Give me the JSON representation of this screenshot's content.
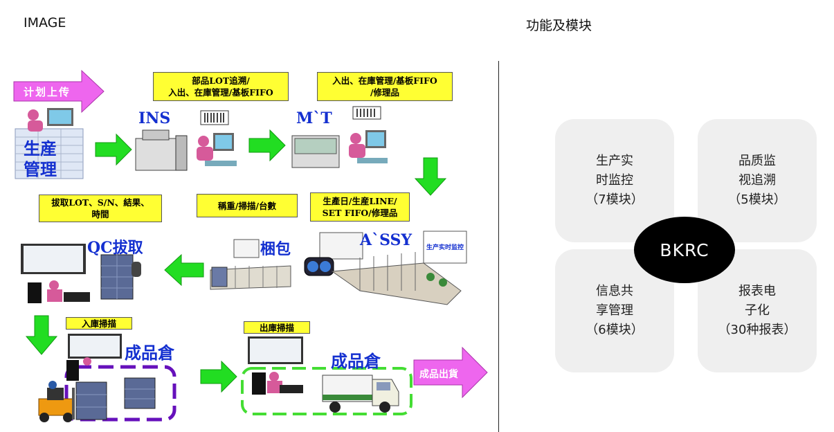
{
  "headings": {
    "left": "IMAGE",
    "right": "功能及模块"
  },
  "flow": {
    "plan_upload": "计划上传",
    "prod_mgmt": "生産\n管理",
    "ins_label": "INS",
    "mt_label": "M`T",
    "assy_label": "A`SSY",
    "bundle_label": "梱包",
    "qc_label": "QC拔取",
    "fg_store_1": "成品倉",
    "fg_store_2": "成品倉",
    "fg_out": "成品出貨",
    "screen_caption": "生产实时监控",
    "notes": {
      "n1": "部品LOT追溯/\n入出、在庫管理/基板FIFO",
      "n2": "入出、在庫管理/基板FIFO\n/修理品",
      "n3": "拔取LOT、S/N、結果、\n時間",
      "n4": "稱重/掃描/台數",
      "n5": "生產日/生産LINE/\nSET FIFO/修理品",
      "n6": "入庫掃描",
      "n7": "出庫掃描"
    }
  },
  "modules": {
    "center": "BKRC",
    "tl": "生产实\n时监控\n（7模块）",
    "tr": "品质监\n视追溯\n（5模块）",
    "bl": "信息共\n享管理\n（6模块）",
    "br": "报表电\n子化\n（30种报表）"
  },
  "colors": {
    "arrow_green": "#22dd22",
    "pink_arrow": "#ee66ee",
    "note_yellow": "#ffff33",
    "label_blue": "#1430d0"
  }
}
